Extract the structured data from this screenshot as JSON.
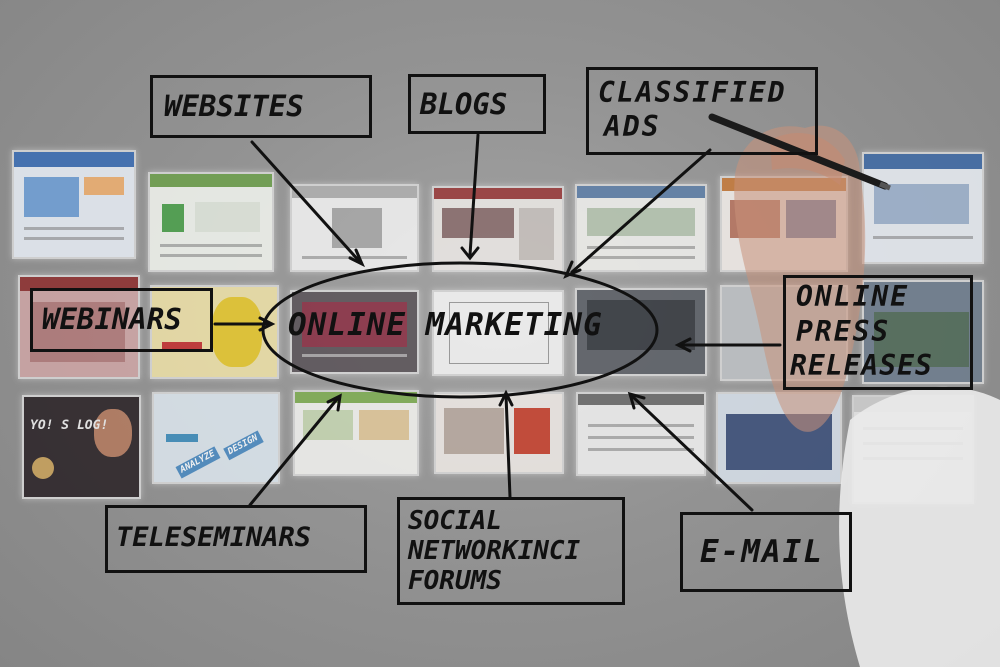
{
  "image": {
    "center_label": "ONLINE MARKETING",
    "nodes": {
      "websites": "WEBSITES",
      "blogs": "BLOGS",
      "classified_ads_line1": "CLASSIFIED",
      "classified_ads_line2": "ADS",
      "webinars": "WEBINARS",
      "online_press_releases_line1": "ONLINE",
      "online_press_releases_line2": "PRESS",
      "online_press_releases_line3": "RELEASES",
      "teleseminars": "TELESEMINARS",
      "social_networking_forums_line1": "SOCIAL",
      "social_networking_forums_line2": "NETWORKINCI",
      "social_networking_forums_line3": "FORUMS",
      "email": "E-MAIL"
    },
    "thumbnail_texts": {
      "blog_thumb": "Yo! s Log!",
      "analyze_tag": "ANALYZE",
      "design_tag": "DESIGN"
    },
    "colors": {
      "background": "#8d8d8d",
      "ink": "#111111",
      "screen_glow": "#d9d9d9",
      "skin": "#c9927a",
      "sleeve": "#e9e9e9"
    }
  }
}
